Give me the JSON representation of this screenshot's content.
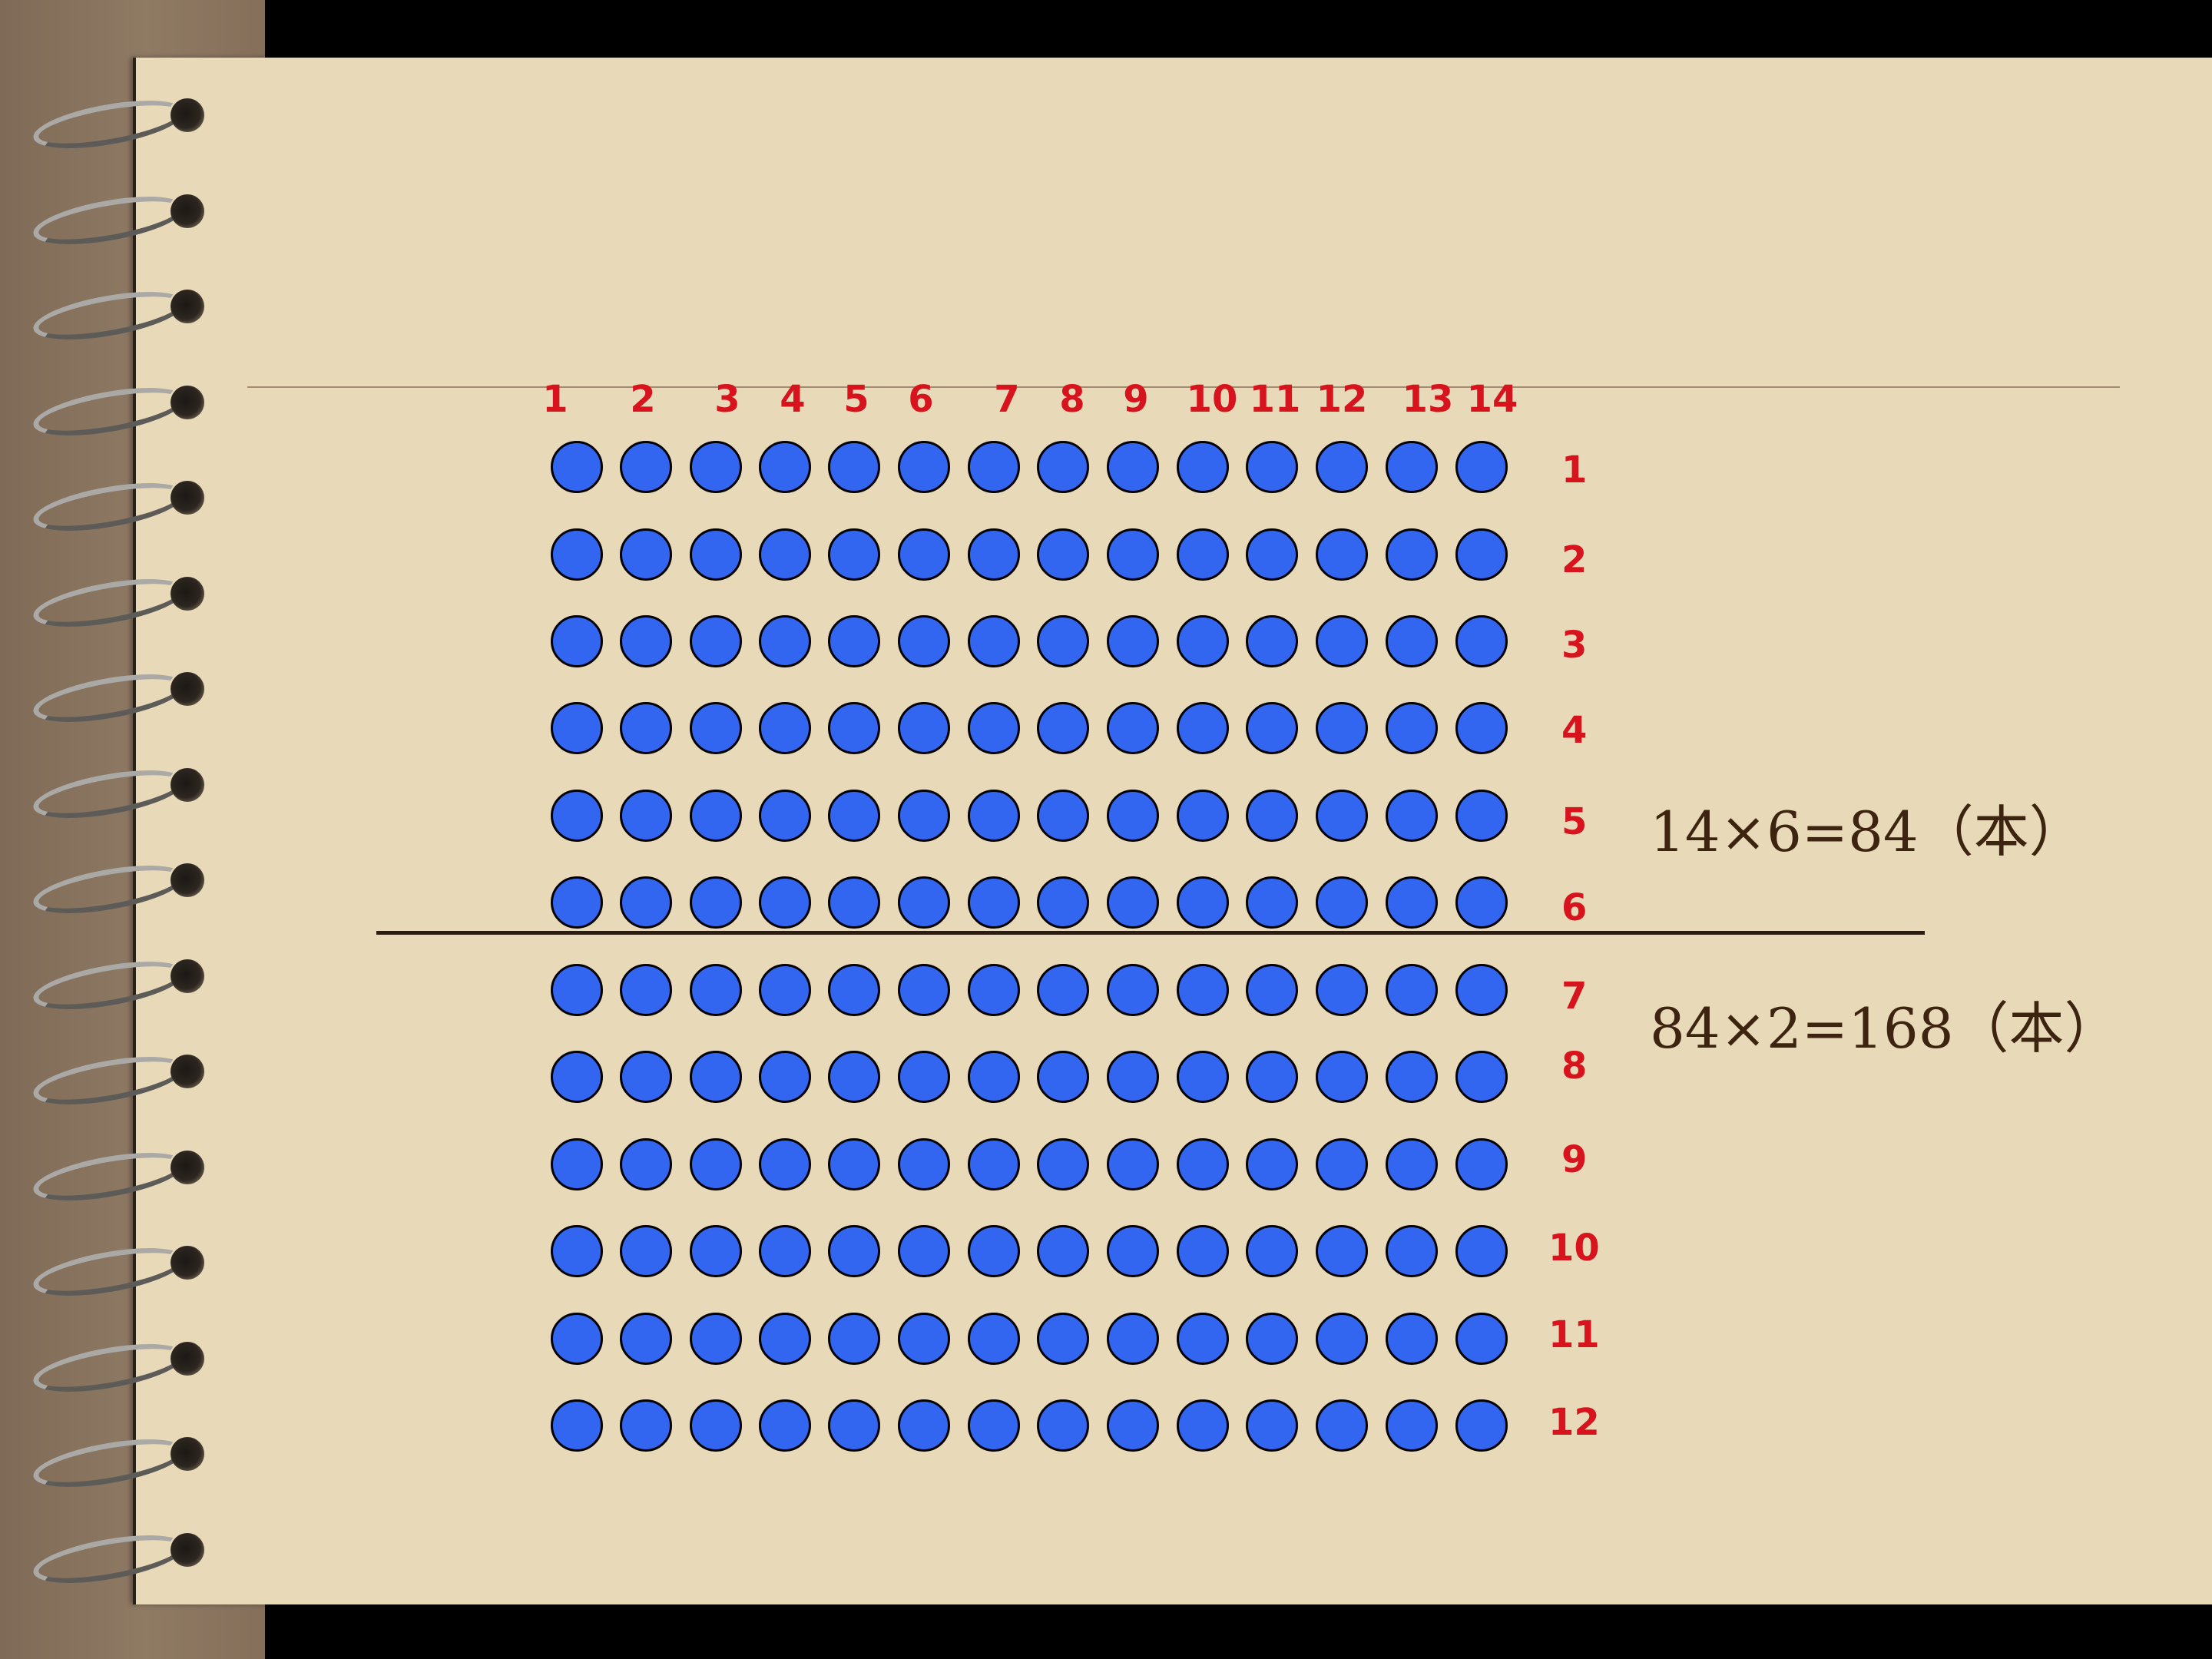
{
  "grid": {
    "columns": 14,
    "rows": 12,
    "dot_color": "#3265f0",
    "dot_outline_color": "#000000",
    "label_color": "#d7141e",
    "column_labels": [
      "1",
      "2",
      "3",
      "4",
      "5",
      "6",
      "7",
      "8",
      "9",
      "10",
      "11",
      "12",
      "13",
      "14"
    ],
    "row_labels": [
      "1",
      "2",
      "3",
      "4",
      "5",
      "6",
      "7",
      "8",
      "9",
      "10",
      "11",
      "12"
    ]
  },
  "equations": {
    "first": "14×6=84（本）",
    "second": "84×2=168（本）",
    "color": "#3c2410"
  },
  "notebook": {
    "paper_color": "#e8dab8",
    "cover_color": "#8a7460",
    "spiral_ring_count": 16
  }
}
